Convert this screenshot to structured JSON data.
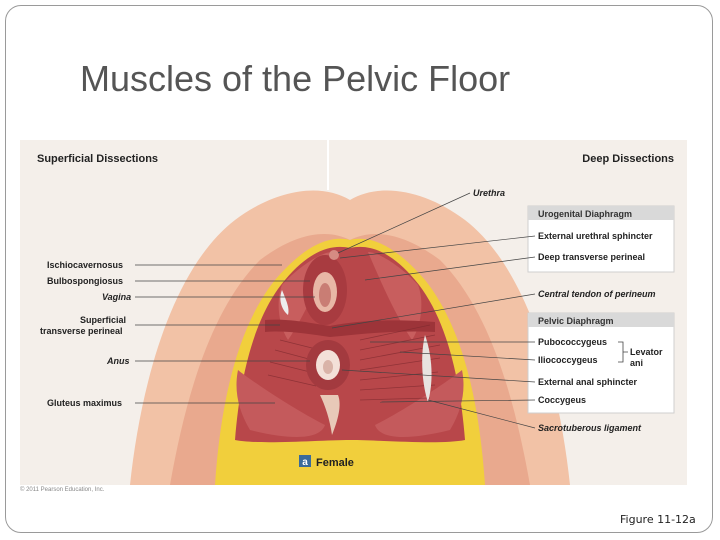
{
  "slide": {
    "title": "Muscles of the Pelvic Floor",
    "caption": "Figure 11-12a",
    "copyright": "© 2011 Pearson Education, Inc."
  },
  "figure": {
    "left_header": "Superficial Dissections",
    "right_header": "Deep Dissections",
    "panel_letter": "a",
    "panel_label": "Female",
    "left_labels": [
      {
        "text": "Ischiocavernosus",
        "style": "bold"
      },
      {
        "text": "Bulbospongiosus",
        "style": "bold"
      },
      {
        "text": "Vagina",
        "style": "italic"
      },
      {
        "text": "Superficial",
        "style": "bold"
      },
      {
        "text": "transverse perineal",
        "style": "bold"
      },
      {
        "text": "Anus",
        "style": "italic"
      },
      {
        "text": "Gluteus maximus",
        "style": "bold"
      }
    ],
    "right_labels": {
      "urethra": "Urethra",
      "urogenital_header": "Urogenital Diaphragm",
      "external_urethral_sphincter": "External urethral sphincter",
      "deep_transverse_perineal": "Deep transverse perineal",
      "central_tendon": "Central tendon of perineum",
      "pelvic_header": "Pelvic Diaphragm",
      "pubococcygeus": "Pubococcygeus",
      "iliococcygeus": "Iliococcygeus",
      "levator": "Levator",
      "ani": "ani",
      "external_anal_sphincter": "External anal sphincter",
      "coccygeus": "Coccygeus",
      "sacrotuberous": "Sacrotuberous ligament"
    },
    "colors": {
      "skin": "#f2c2a6",
      "fat": "#f1cf3c",
      "muscle": "#b8474a",
      "muscle_dark": "#8e2e33",
      "box_header": "#d9d9d9"
    }
  }
}
